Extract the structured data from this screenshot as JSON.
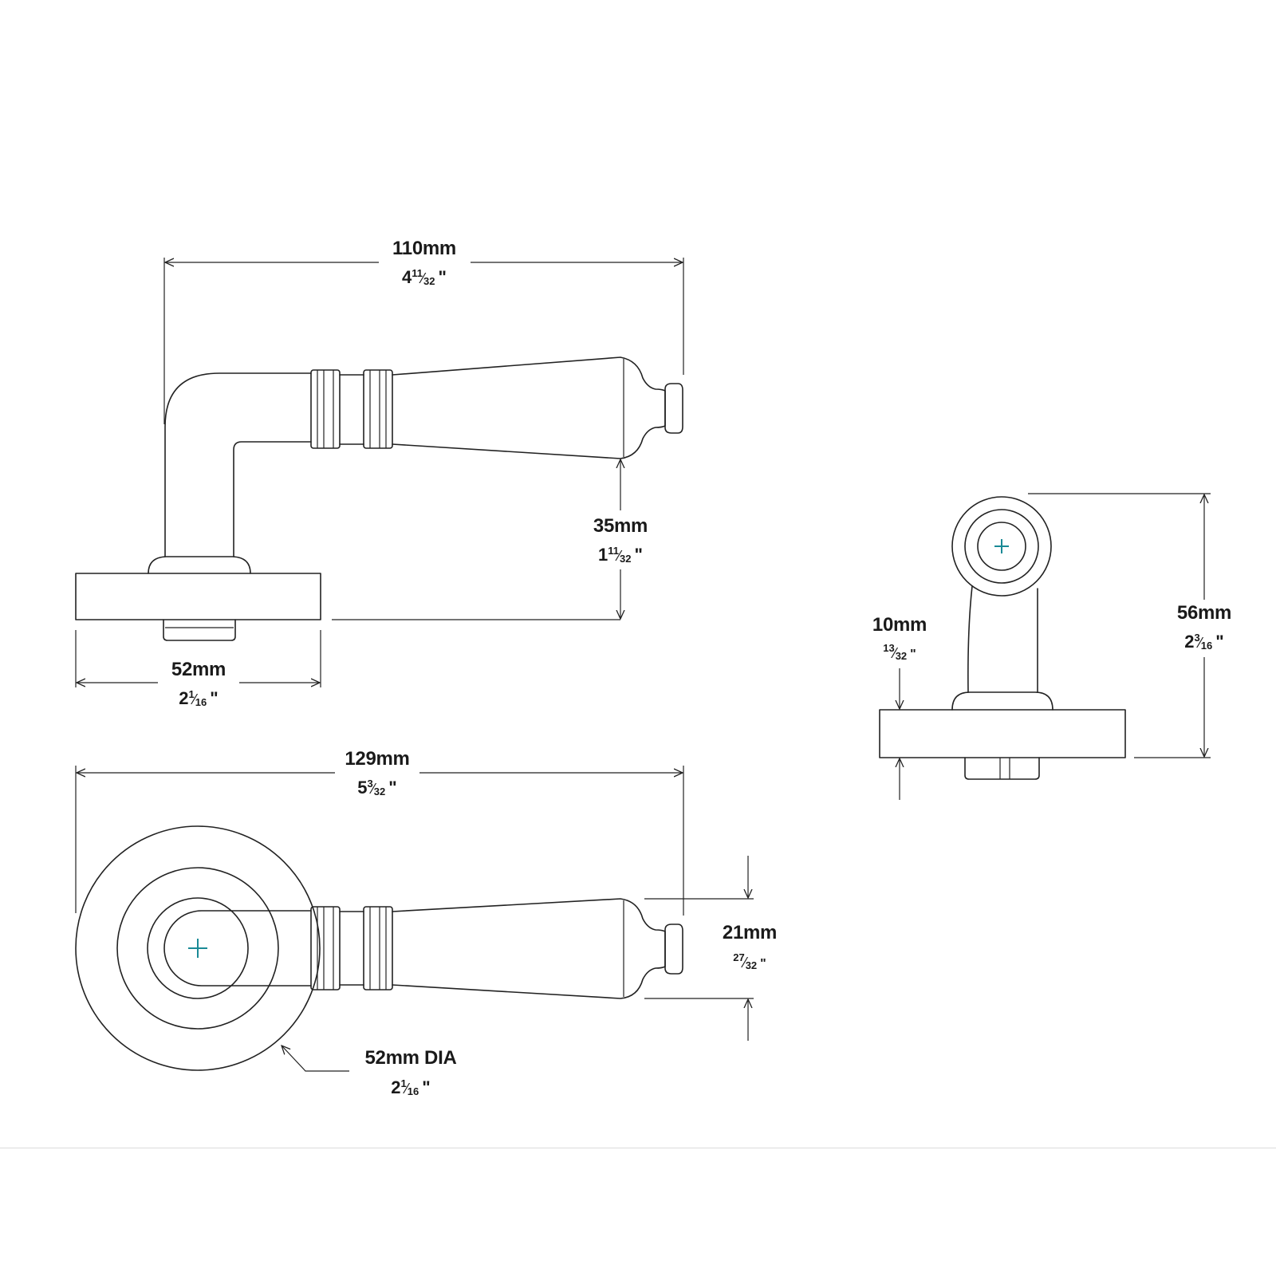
{
  "dimensions": [
    {
      "id": "side-length",
      "metric": "110mm",
      "imperial": {
        "whole": "4",
        "num": "11",
        "den": "32",
        "mark": "\""
      }
    },
    {
      "id": "side-projection",
      "metric": "35mm",
      "imperial": {
        "whole": "1",
        "num": "11",
        "den": "32",
        "mark": "\""
      }
    },
    {
      "id": "side-rose-width",
      "metric": "52mm",
      "imperial": {
        "whole": "2",
        "num": "1",
        "den": "16",
        "mark": "\""
      }
    },
    {
      "id": "front-overall-length",
      "metric": "129mm",
      "imperial": {
        "whole": "5",
        "num": "3",
        "den": "32",
        "mark": "\""
      }
    },
    {
      "id": "front-lever-width",
      "metric": "21mm",
      "imperial": {
        "whole": "",
        "num": "27",
        "den": "32",
        "mark": "\""
      }
    },
    {
      "id": "front-rose-diameter",
      "metric": "52mm DIA",
      "imperial": {
        "whole": "2",
        "num": "1",
        "den": "16",
        "mark": "\""
      }
    },
    {
      "id": "end-rose-thickness",
      "metric": "10mm",
      "imperial": {
        "whole": "",
        "num": "13",
        "den": "32",
        "mark": "\""
      }
    },
    {
      "id": "end-overall-height",
      "metric": "56mm",
      "imperial": {
        "whole": "2",
        "num": "3",
        "den": "16",
        "mark": "\""
      }
    }
  ],
  "colors": {
    "line": "#222222",
    "center_mark": "#1a8a96",
    "background": "#ffffff"
  }
}
